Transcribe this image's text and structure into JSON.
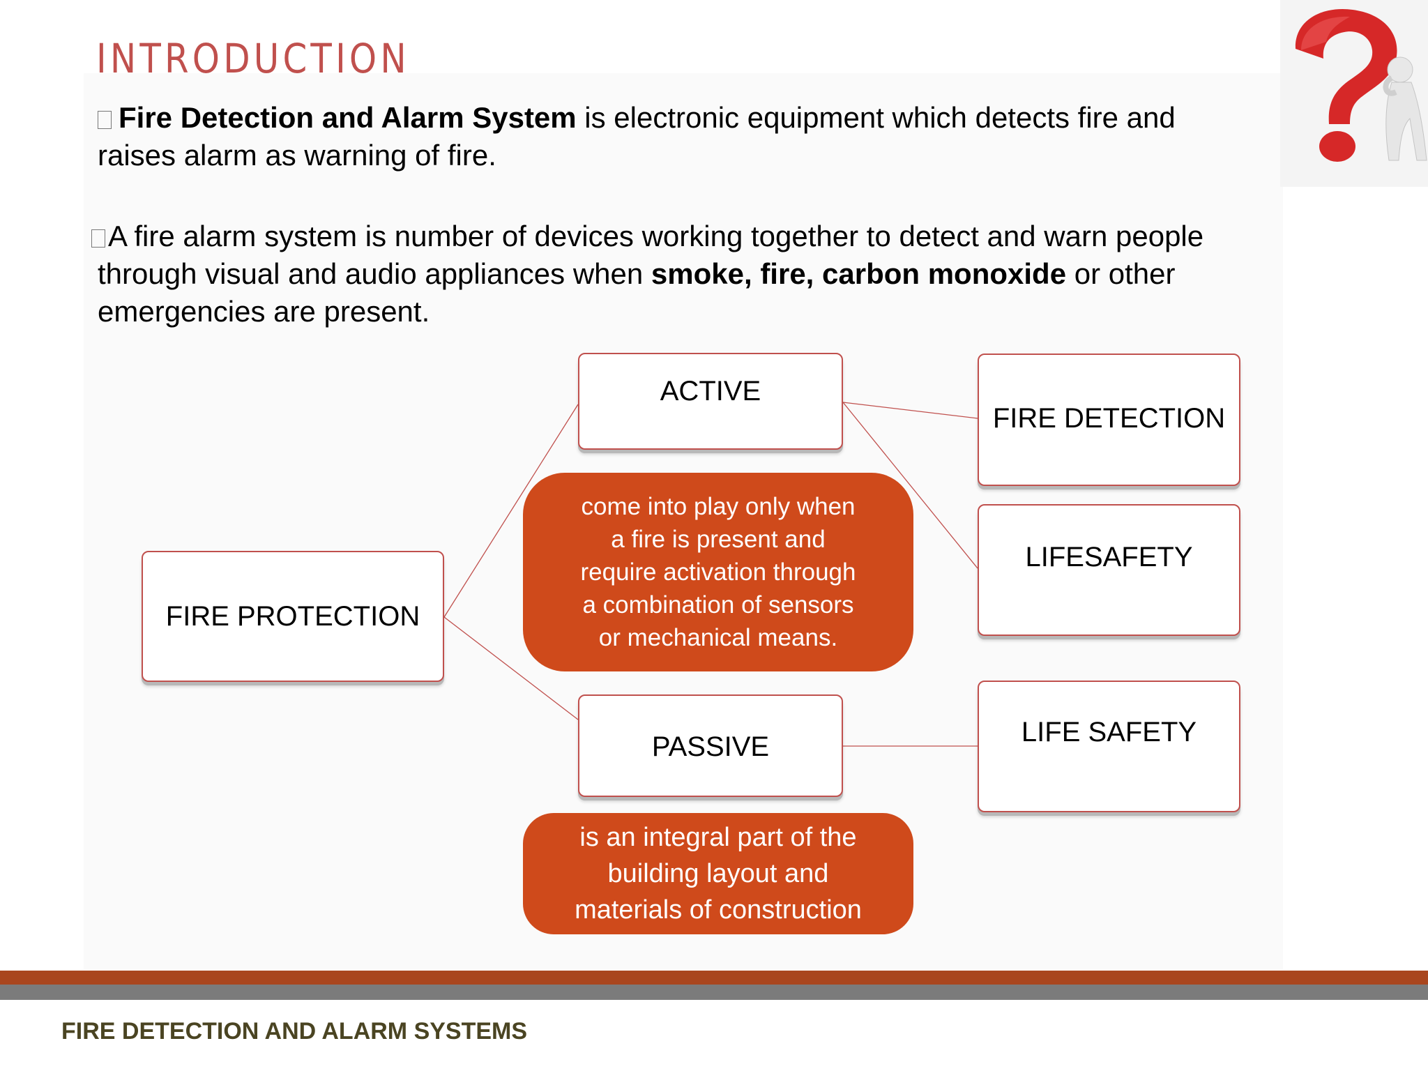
{
  "slide": {
    "title": "INTRODUCTION",
    "paragraph1": {
      "bold_lead": "Fire Detection and Alarm System",
      "line1_rest": " is electronic equipment which detects fire and",
      "line2": "raises alarm as  warning of fire."
    },
    "paragraph2": {
      "line1": "A fire alarm system is number of devices working together to detect and warn people",
      "line2_start": "through visual and audio appliances when ",
      "line2_bold": "smoke, fire, carbon monoxide",
      "line2_end": " or other",
      "line3": "emergencies are present."
    },
    "footer": "FIRE DETECTION AND ALARM SYSTEMS"
  },
  "diagram": {
    "nodes": {
      "fire_protection": "FIRE PROTECTION",
      "active": "ACTIVE",
      "passive": "PASSIVE",
      "fire_detection": "FIRE DETECTION",
      "life_safety_active": "LIFESAFETY",
      "life_safety_passive": "LIFE SAFETY"
    },
    "notes": {
      "active": [
        "come into play only when",
        "a  fire is present and",
        "require  activation through",
        "a  combination of sensors",
        "or  mechanical means."
      ],
      "passive": [
        "is an integral part of the",
        "building layout and",
        "materials of  construction"
      ]
    },
    "colors": {
      "accent": "#c0504d",
      "note_fill": "#cf4a1b",
      "footer_bar": "#a9461e",
      "footer_gray": "#7b7b7b",
      "footer_text": "#4a4422"
    },
    "icons": [
      "question-mark-figure-icon"
    ]
  }
}
